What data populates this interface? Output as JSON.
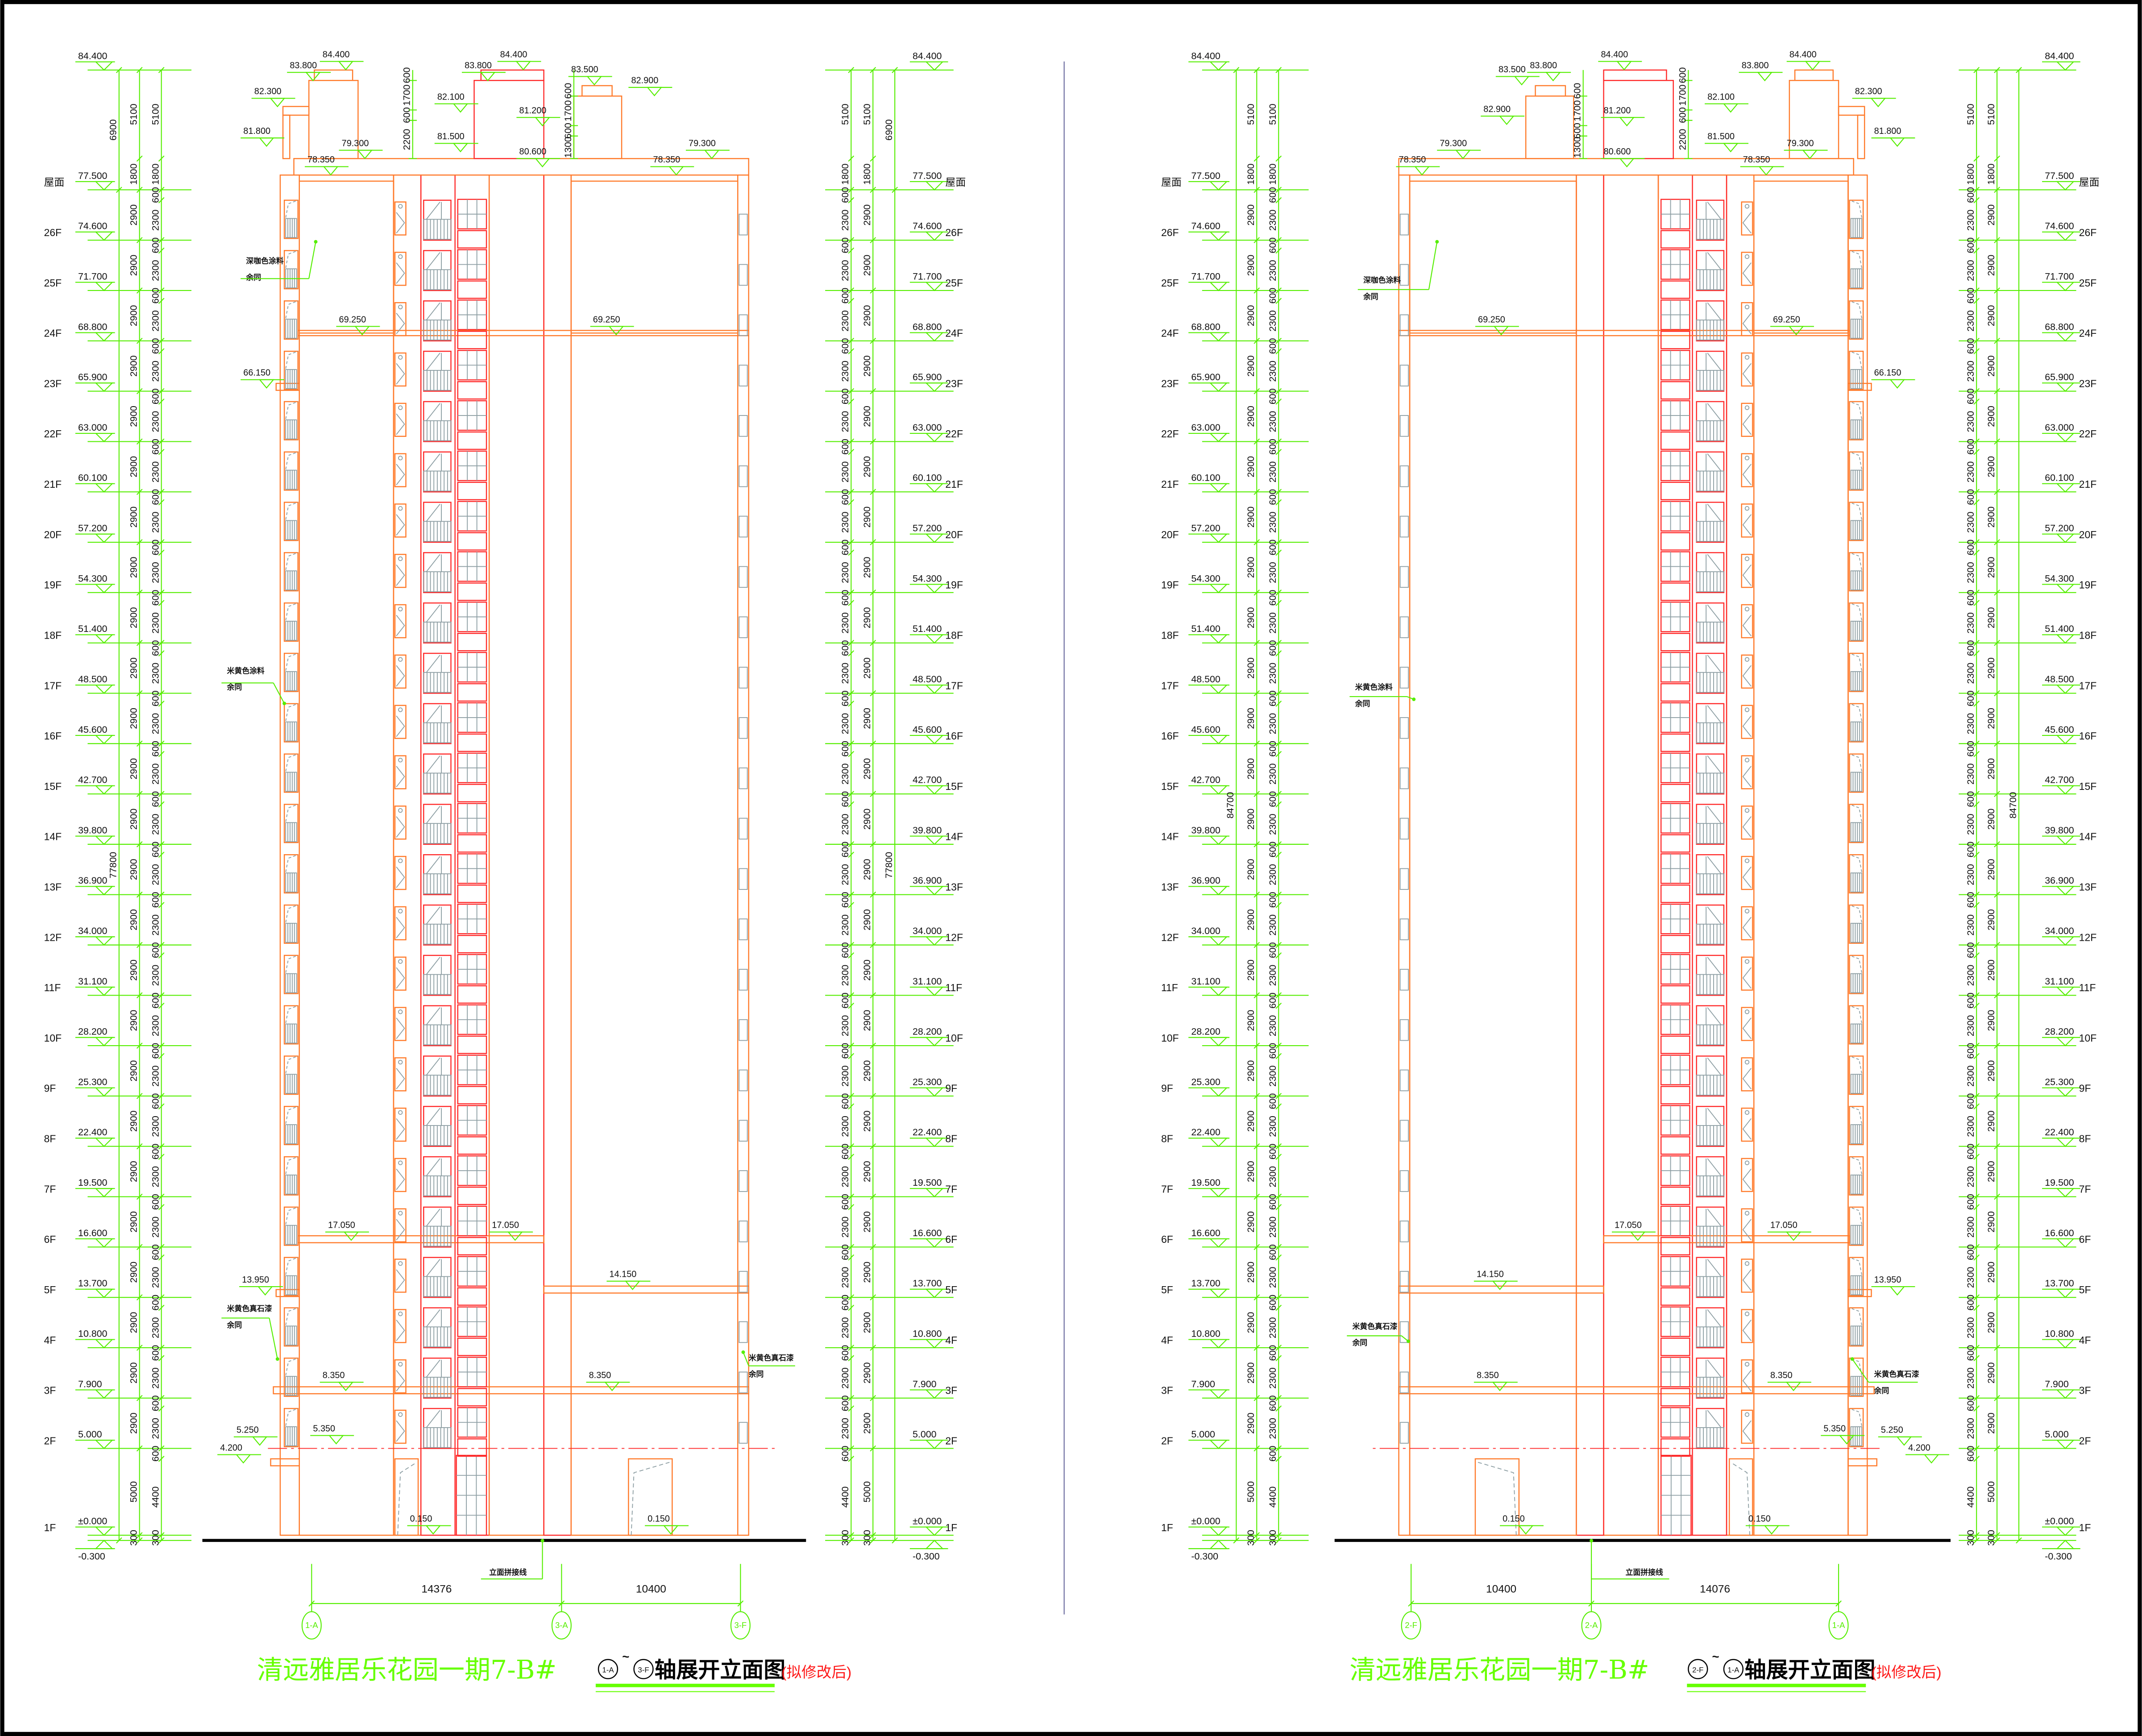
{
  "levels": [
    {
      "floor": "",
      "elev": "-0.300",
      "e": -0.3
    },
    {
      "floor": "1F",
      "elev": "±0.000",
      "e": 0
    },
    {
      "floor": "2F",
      "elev": "5.000",
      "e": 5.0
    },
    {
      "floor": "3F",
      "elev": "7.900",
      "e": 7.9
    },
    {
      "floor": "4F",
      "elev": "10.800",
      "e": 10.8
    },
    {
      "floor": "5F",
      "elev": "13.700",
      "e": 13.7
    },
    {
      "floor": "6F",
      "elev": "16.600",
      "e": 16.6
    },
    {
      "floor": "7F",
      "elev": "19.500",
      "e": 19.5
    },
    {
      "floor": "8F",
      "elev": "22.400",
      "e": 22.4
    },
    {
      "floor": "9F",
      "elev": "25.300",
      "e": 25.3
    },
    {
      "floor": "10F",
      "elev": "28.200",
      "e": 28.2
    },
    {
      "floor": "11F",
      "elev": "31.100",
      "e": 31.1
    },
    {
      "floor": "12F",
      "elev": "34.000",
      "e": 34.0
    },
    {
      "floor": "13F",
      "elev": "36.900",
      "e": 36.9
    },
    {
      "floor": "14F",
      "elev": "39.800",
      "e": 39.8
    },
    {
      "floor": "15F",
      "elev": "42.700",
      "e": 42.7
    },
    {
      "floor": "16F",
      "elev": "45.600",
      "e": 45.6
    },
    {
      "floor": "17F",
      "elev": "48.500",
      "e": 48.5
    },
    {
      "floor": "18F",
      "elev": "51.400",
      "e": 51.4
    },
    {
      "floor": "19F",
      "elev": "54.300",
      "e": 54.3
    },
    {
      "floor": "20F",
      "elev": "57.200",
      "e": 57.2
    },
    {
      "floor": "21F",
      "elev": "60.100",
      "e": 60.1
    },
    {
      "floor": "22F",
      "elev": "63.000",
      "e": 63.0
    },
    {
      "floor": "23F",
      "elev": "65.900",
      "e": 65.9
    },
    {
      "floor": "24F",
      "elev": "68.800",
      "e": 68.8
    },
    {
      "floor": "25F",
      "elev": "71.700",
      "e": 71.7
    },
    {
      "floor": "26F",
      "elev": "74.600",
      "e": 74.6
    },
    {
      "floor": "屋面",
      "elev": "77.500",
      "e": 77.5
    },
    {
      "floor": "",
      "elev": "84.400",
      "e": 84.4
    }
  ],
  "drawings": [
    {
      "title": "清远雅居乐花园一期7-B#",
      "axis_from": "1-A",
      "tilde": "~",
      "axis_to": "3-F",
      "title_suffix": "轴展开立面图",
      "note": "(拟修改后)",
      "axes": [
        "1-A",
        "3-A",
        "3-F"
      ],
      "spans": [
        "14376",
        "10400"
      ],
      "chains": [
        [
          {
            "v": "77800"
          },
          {
            "v": "6900"
          }
        ],
        [
          {
            "v": "300"
          },
          {
            "v": "5000"
          },
          {
            "v": "2900",
            "repeat": 25
          },
          {
            "v": "1800"
          },
          {
            "v": "5100"
          }
        ],
        [
          {
            "v": "300"
          },
          {
            "v": "4400"
          },
          {
            "v": "600"
          },
          {
            "v": "2300",
            "pair": "600",
            "repeat": 25
          },
          {
            "v": "1800"
          },
          {
            "v": "5100"
          }
        ]
      ],
      "roof_chains": [
        [
          {
            "v": "2200"
          },
          {
            "v": "600"
          },
          {
            "v": "1700"
          },
          {
            "v": "600"
          }
        ],
        [
          {
            "v": "1300"
          },
          {
            "v": "600"
          },
          {
            "v": "1700"
          },
          {
            "v": "600"
          }
        ]
      ],
      "tags": [
        "84.400",
        "83.800",
        "82.300",
        "81.800",
        "82.100",
        "81.500",
        "84.400",
        "83.800",
        "83.500",
        "82.900",
        "81.200",
        "80.600",
        "79.300",
        "78.350",
        "79.300",
        "78.350",
        "69.250",
        "69.250",
        "66.150",
        "17.050",
        "17.050",
        "14.150",
        "13.950",
        "8.350",
        "8.350",
        "5.250",
        "5.350",
        "4.200",
        "0.150",
        "0.150"
      ],
      "callouts": [
        {
          "l1": "深咖色涂料",
          "l2": "余同"
        },
        {
          "l1": "米黄色涂料",
          "l2": "余同"
        },
        {
          "l1": "米黄色真石漆",
          "l2": "余同"
        },
        {
          "l1": "米黄色真石漆",
          "l2": "余同"
        }
      ],
      "stitch_label": "立面拼接线"
    },
    {
      "title": "清远雅居乐花园一期7-B#",
      "axis_from": "2-F",
      "tilde": "~",
      "axis_to": "1-A",
      "title_suffix": "轴展开立面图",
      "note": "(拟修改后)",
      "axes": [
        "2-F",
        "2-A",
        "1-A"
      ],
      "spans": [
        "10400",
        "14076"
      ],
      "chains": [
        [
          {
            "v": "84700"
          }
        ],
        [
          {
            "v": "300"
          },
          {
            "v": "5000"
          },
          {
            "v": "2900",
            "repeat": 25
          },
          {
            "v": "1800"
          },
          {
            "v": "5100"
          }
        ],
        [
          {
            "v": "300"
          },
          {
            "v": "4400"
          },
          {
            "v": "600"
          },
          {
            "v": "2300",
            "pair": "600",
            "repeat": 25
          },
          {
            "v": "1800"
          },
          {
            "v": "5100"
          }
        ]
      ],
      "roof_chains": [
        [
          {
            "v": "1300"
          },
          {
            "v": "600"
          },
          {
            "v": "1700"
          },
          {
            "v": "600"
          }
        ],
        [
          {
            "v": "2200"
          },
          {
            "v": "600"
          },
          {
            "v": "1700"
          },
          {
            "v": "600"
          }
        ]
      ],
      "tags": [
        "84.400",
        "83.800",
        "83.500",
        "82.900",
        "81.200",
        "80.600",
        "82.100",
        "81.500",
        "84.400",
        "83.800",
        "82.300",
        "81.800",
        "79.300",
        "78.350",
        "79.300",
        "78.350",
        "69.250",
        "69.250",
        "66.150",
        "17.050",
        "17.050",
        "14.150",
        "13.950",
        "8.350",
        "8.350",
        "5.350",
        "5.250",
        "4.200",
        "0.150",
        "0.150"
      ],
      "callouts": [
        {
          "l1": "深咖色涂料",
          "l2": "余同"
        },
        {
          "l1": "米黄色涂料",
          "l2": "余同"
        },
        {
          "l1": "米黄色真石漆",
          "l2": "余同"
        },
        {
          "l1": "米黄色真石漆",
          "l2": "余同"
        }
      ],
      "stitch_label": "立面拼接线"
    }
  ],
  "colors": {
    "dimension": "#55ee00",
    "wall": "#ff7a2a",
    "tower": "#ff2a2a",
    "window": "#8d9ea3",
    "hatch": "#b055ff",
    "title": "#66ff00",
    "note": "#ff1a1a"
  }
}
